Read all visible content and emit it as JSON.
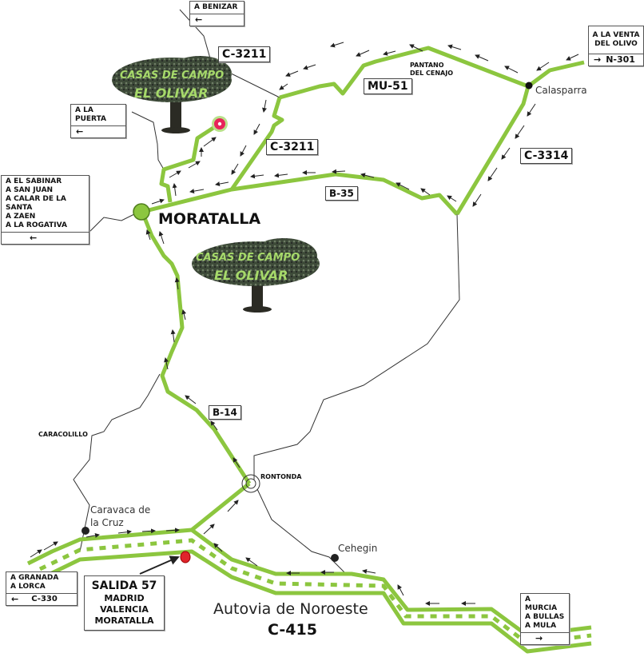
{
  "colors": {
    "road": "#8cc63f",
    "road_edge": "#6aa52a",
    "line": "#333333",
    "red": "#e0242b",
    "pin": "#e8235a"
  },
  "logo": {
    "line1": "CASAS DE CAMPO",
    "line2": "EL OLIVAR"
  },
  "signs": {
    "benizar": {
      "lines": [
        "A BENIZAR"
      ],
      "arrow": "←"
    },
    "la_puerta": {
      "lines": [
        "A LA PUERTA"
      ],
      "arrow": "←"
    },
    "sabinar": {
      "lines": [
        "A EL SABINAR",
        "A SAN JUAN",
        "A CALAR DE LA SANTA",
        "A ZAEN",
        "A LA ROGATIVA"
      ],
      "arrow": "←"
    },
    "venta_olivo": {
      "lines": [
        "A LA VENTA",
        "DEL OLIVO"
      ],
      "arrow": "→",
      "road": "N-301"
    },
    "granada": {
      "lines": [
        "A GRANADA",
        "A LORCA"
      ],
      "arrow": "←",
      "road": "C-330"
    },
    "murcia": {
      "lines": [
        "A MURCIA",
        "A BULLAS",
        "A MULA"
      ],
      "arrow": "→"
    },
    "salida": {
      "title": "SALIDA 57",
      "lines": [
        "MADRID",
        "VALENCIA",
        "MORATALLA"
      ]
    }
  },
  "roads": {
    "c3211_a": "C-3211",
    "c3211_b": "C-3211",
    "mu51": "MU-51",
    "c3314": "C-3314",
    "b35": "B-35",
    "b14": "B-14"
  },
  "places": {
    "moratalla": "MORATALLA",
    "calasparra": "Calasparra",
    "pantano": [
      "PANTANO",
      "DEL CENAJO"
    ],
    "caracolillo": "CARACOLILLO",
    "rontonda": "RONTONDA",
    "caravaca": [
      "Caravaca de",
      "la Cruz"
    ],
    "cehegin": "Cehegin"
  },
  "highway": {
    "name": "Autovia de Noroeste",
    "code": "C-415"
  }
}
